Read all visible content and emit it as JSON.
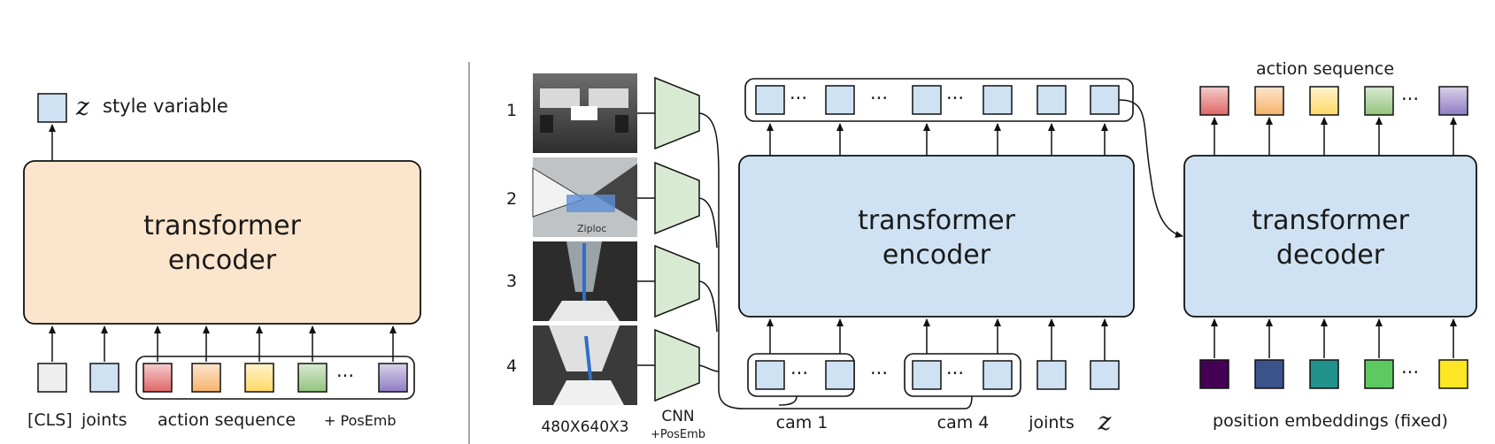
{
  "left": {
    "style_var_label": "style variable",
    "z_symbol": "z",
    "encoder_line1": "transformer",
    "encoder_line2": "encoder",
    "input_cls": "[CLS]",
    "input_joints": "joints",
    "input_actions": "action sequence",
    "input_posemb": "+ PosEmb",
    "ellipsis": "···"
  },
  "right": {
    "cam_numbers": [
      "1",
      "2",
      "3",
      "4"
    ],
    "image_dims": "480X640X3",
    "cnn_label": "CNN",
    "cnn_posemb": "+PosEmb",
    "encoder_line1": "transformer",
    "encoder_line2": "encoder",
    "decoder_line1": "transformer",
    "decoder_line2": "decoder",
    "cam1_label": "cam 1",
    "cam4_label": "cam 4",
    "joints_label": "joints",
    "z_symbol": "z",
    "action_seq_label": "action sequence",
    "pos_emb_label": "position embeddings (fixed)",
    "ellipsis": "···"
  },
  "colors": {
    "token_blue": "#cfe2f3",
    "token_gray": "#eeeeee",
    "encoder_orange": "#fce5cd",
    "box_blue": "#cfe2f3",
    "cnn_green": "#d9ead3",
    "action_colors": [
      "#e06666",
      "#f6b26b",
      "#ffd966",
      "#93c47d",
      "#8e7cc3"
    ],
    "action_top_colors": [
      "#f4cccc",
      "#fce5cd",
      "#fff2cc",
      "#d9ead3",
      "#d9d2e9"
    ],
    "viridis": [
      "#440154",
      "#3b528b",
      "#21918c",
      "#5ec962",
      "#fde725"
    ]
  }
}
